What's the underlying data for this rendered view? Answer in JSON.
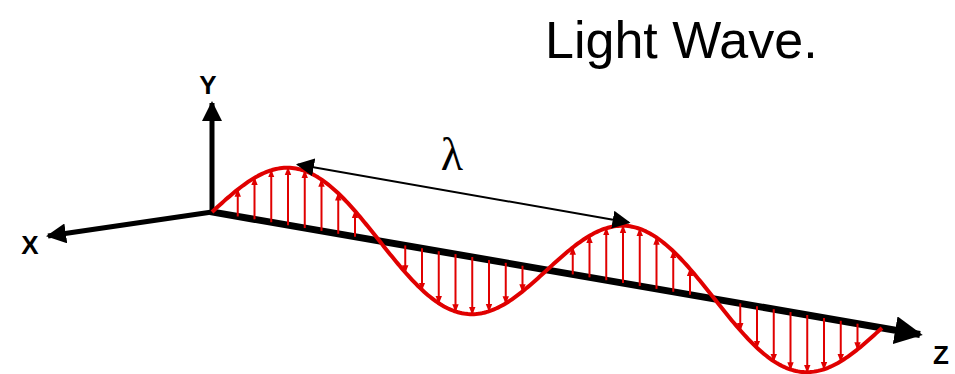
{
  "diagram": {
    "title": "Light Wave.",
    "labels": [
      "Y",
      "X",
      "Z",
      "λ"
    ]
  }
}
